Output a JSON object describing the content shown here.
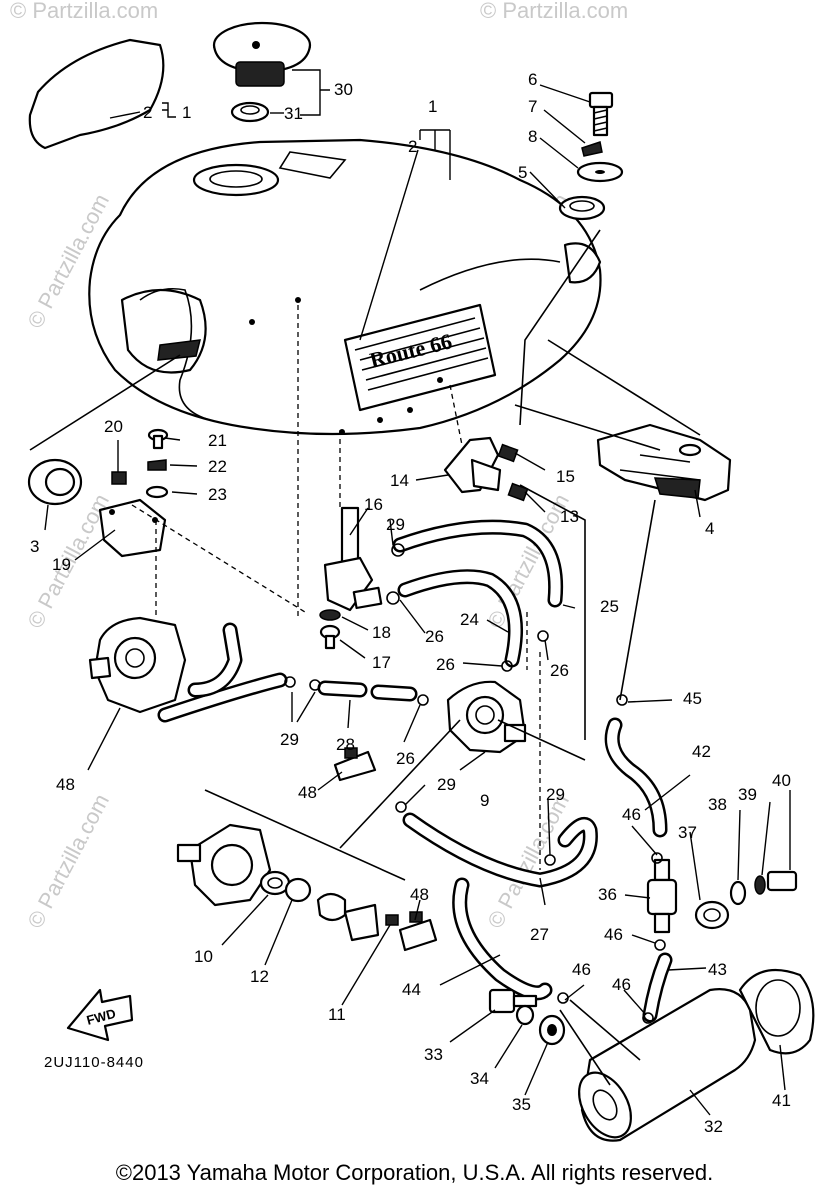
{
  "diagram_code": "2UJ110-8440",
  "copyright": "©2013 Yamaha Motor Corporation, U.S.A. All rights reserved.",
  "watermark": "© Partzilla.com",
  "fwd_label": "FWD",
  "tank_badge": "Route 66",
  "callouts": {
    "c1": "1",
    "c1b": "1",
    "c2": "2",
    "c2b": "2",
    "c3": "3",
    "c4": "4",
    "c5": "5",
    "c6": "6",
    "c7": "7",
    "c8": "8",
    "c9": "9",
    "c10": "10",
    "c11": "11",
    "c12": "12",
    "c13": "13",
    "c14": "14",
    "c15": "15",
    "c16": "16",
    "c17": "17",
    "c18": "18",
    "c19": "19",
    "c20": "20",
    "c21": "21",
    "c22": "22",
    "c23": "23",
    "c24": "24",
    "c25": "25",
    "c26a": "26",
    "c26b": "26",
    "c26c": "26",
    "c26d": "26",
    "c27": "27",
    "c28": "28",
    "c29a": "29",
    "c29b": "29",
    "c29c": "29",
    "c29d": "29",
    "c30": "30",
    "c31": "31",
    "c32": "32",
    "c33": "33",
    "c34": "34",
    "c35": "35",
    "c36": "36",
    "c37": "37",
    "c38": "38",
    "c39": "39",
    "c40": "40",
    "c41": "41",
    "c42": "42",
    "c43": "43",
    "c44": "44",
    "c45": "45",
    "c46a": "46",
    "c46b": "46",
    "c46c": "46",
    "c46d": "46",
    "c48a": "48",
    "c48b": "48",
    "c48c": "48"
  }
}
